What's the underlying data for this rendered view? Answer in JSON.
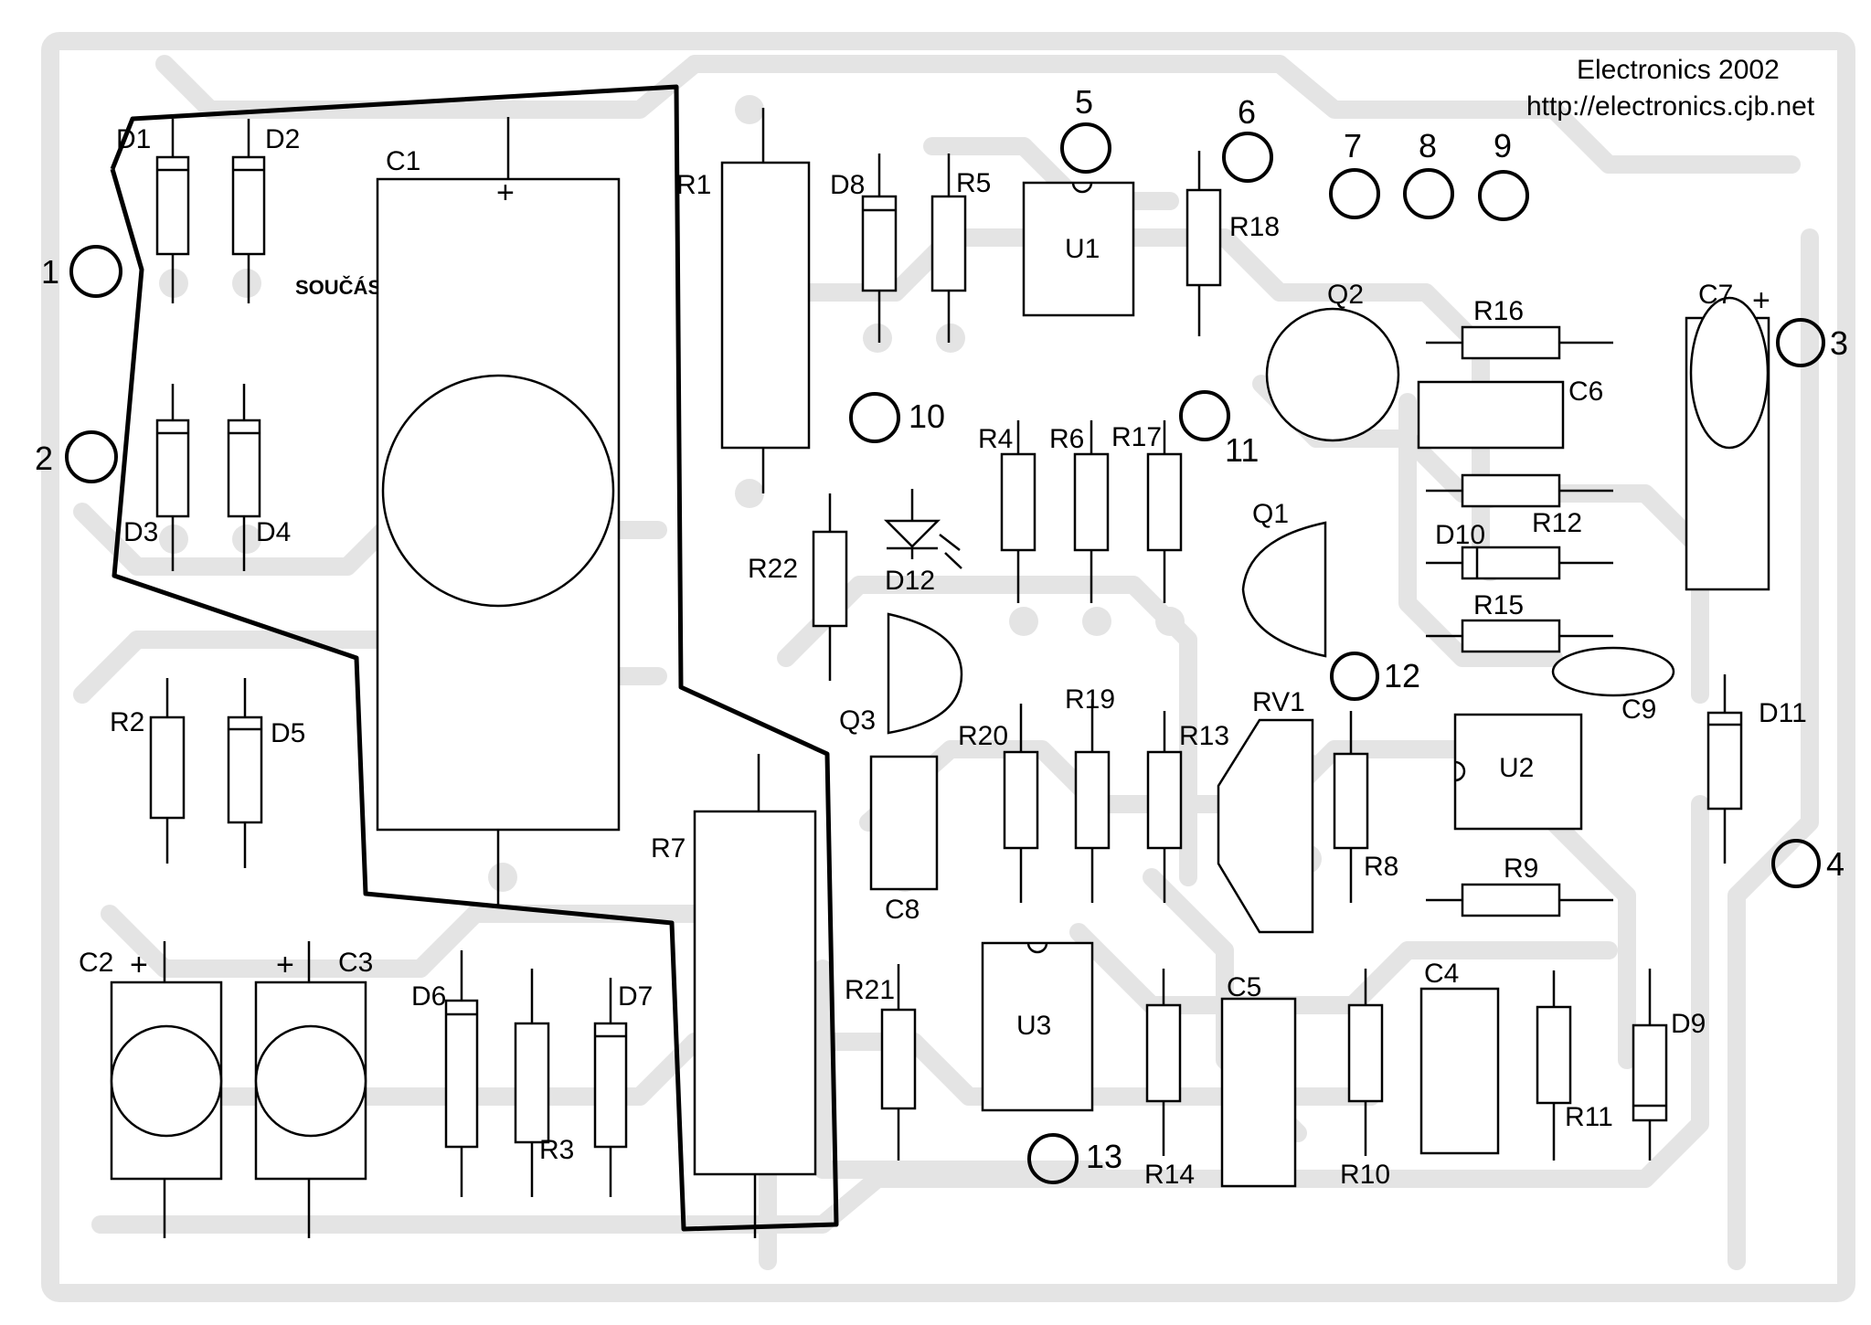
{
  "header": {
    "title": "Electronics 2002",
    "url": "http://electronics.cjb.net"
  },
  "note": "SOUČÁSTKY MIMO PL.SPOJ",
  "polarity_mark": "+",
  "components": {
    "D1": "D1",
    "D2": "D2",
    "D3": "D3",
    "D4": "D4",
    "D5": "D5",
    "D6": "D6",
    "D7": "D7",
    "D8": "D8",
    "D9": "D9",
    "D10": "D10",
    "D11": "D11",
    "D12": "D12",
    "C1": "C1",
    "C2": "C2",
    "C3": "C3",
    "C4": "C4",
    "C5": "C5",
    "C6": "C6",
    "C7": "C7",
    "C8": "C8",
    "C9": "C9",
    "R1": "R1",
    "R2": "R2",
    "R3": "R3",
    "R4": "R4",
    "R5": "R5",
    "R6": "R6",
    "R7": "R7",
    "R8": "R8",
    "R9": "R9",
    "R10": "R10",
    "R11": "R11",
    "R12": "R12",
    "R13": "R13",
    "R14": "R14",
    "R15": "R15",
    "R16": "R16",
    "R17": "R17",
    "R18": "R18",
    "R19": "R19",
    "R20": "R20",
    "R21": "R21",
    "R22": "R22",
    "Q1": "Q1",
    "Q2": "Q2",
    "Q3": "Q3",
    "U1": "U1",
    "U2": "U2",
    "U3": "U3",
    "RV1": "RV1"
  },
  "terminals": [
    "1",
    "2",
    "3",
    "4",
    "5",
    "6",
    "7",
    "8",
    "9",
    "10",
    "11",
    "12",
    "13"
  ]
}
